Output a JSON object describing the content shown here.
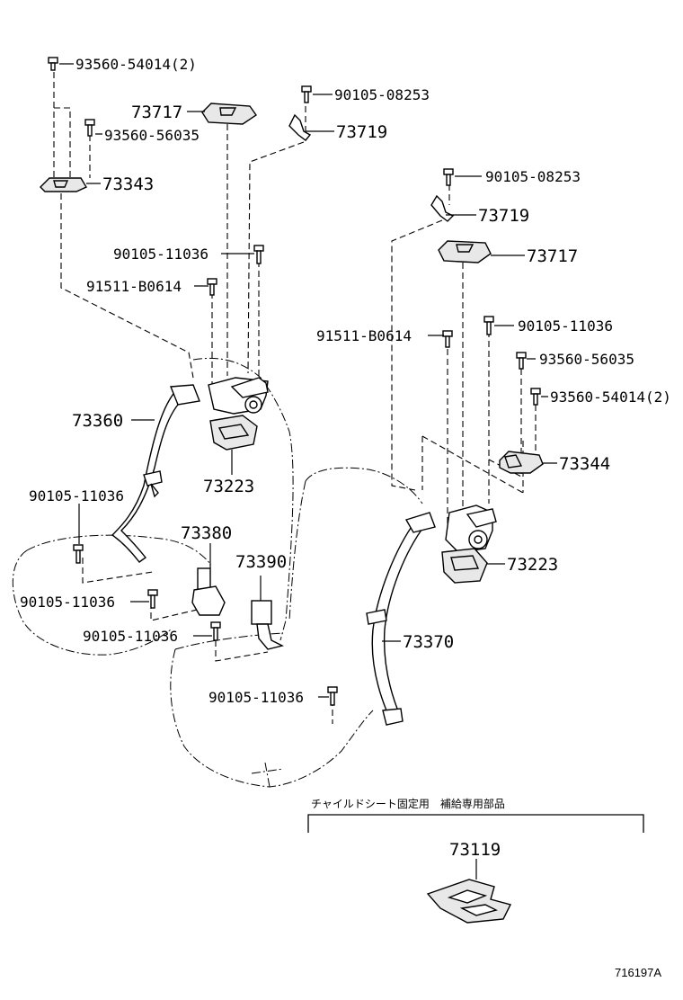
{
  "labels": {
    "l1": "93560-54014(2)",
    "l2": "73717",
    "l3": "90105-08253",
    "l4": "93560-56035",
    "l5": "73719",
    "l6": "73343",
    "l7": "90105-08253",
    "l8": "73719",
    "l9": "90105-11036",
    "l10": "73717",
    "l11": "91511-B0614",
    "l12": "90105-11036",
    "l13": "91511-B0614",
    "l14": "93560-56035",
    "l15": "93560-54014(2)",
    "l16": "73360",
    "l17": "73344",
    "l18": "73223",
    "l19": "90105-11036",
    "l20": "73380",
    "l21": "73223",
    "l22": "73390",
    "l23": "90105-11036",
    "l24": "90105-11036",
    "l25": "73370",
    "l26": "90105-11036",
    "l27": "73119"
  },
  "note": "チャイルドシート固定用　補給専用部品",
  "diagram_id": "716197A"
}
